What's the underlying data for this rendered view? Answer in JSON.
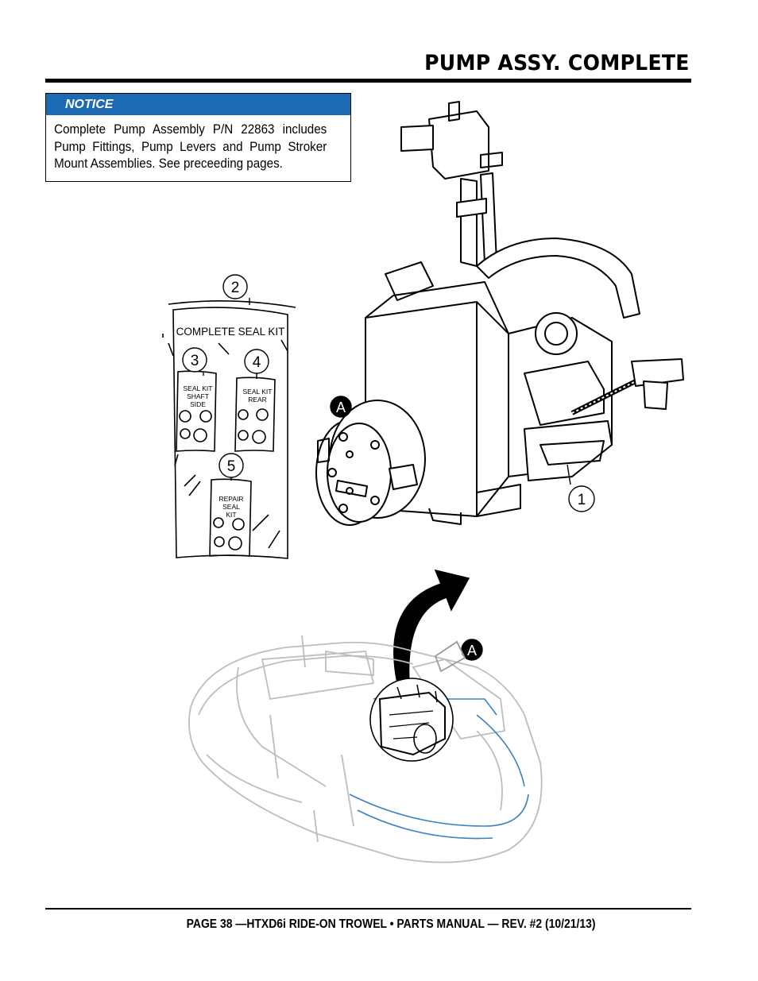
{
  "header": {
    "title": "PUMP ASSY. COMPLETE"
  },
  "notice": {
    "label": "NOTICE",
    "text": "Complete Pump Assembly P/N 22863 includes Pump Fittings, Pump Levers and Pump Stroker Mount Assemblies. See preceeding pages."
  },
  "callouts": {
    "item1": "1",
    "item2": "2",
    "item3": "3",
    "item4": "4",
    "item5": "5",
    "detail_a_top": "A",
    "detail_a_bottom": "A"
  },
  "seal_kit": {
    "title": "COMPLETE SEAL KIT",
    "shaft_side": [
      "SEAL KIT",
      "SHAFT",
      "SIDE"
    ],
    "rear": [
      "SEAL KIT",
      "REAR"
    ],
    "repair": [
      "REPAIR",
      "SEAL",
      "KIT"
    ]
  },
  "footer": {
    "text": "PAGE 38 —HTXD6i RIDE-ON TROWEL • PARTS MANUAL — REV. #2 (10/21/13)"
  },
  "colors": {
    "notice_blue": "#1c6ab1",
    "frame_blue": "#3b7fc4"
  }
}
